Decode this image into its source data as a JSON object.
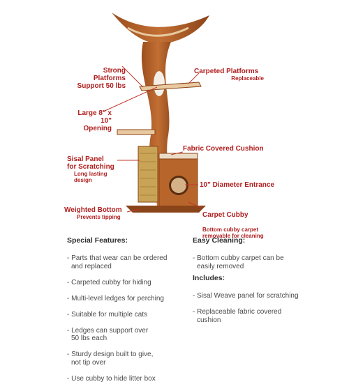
{
  "callouts": {
    "strong_platforms": {
      "title": "Strong Platforms\nSupport 50 lbs"
    },
    "carpeted_platforms": {
      "title": "Carpeted Platforms",
      "sub": "Replaceable"
    },
    "large_opening": {
      "title": "Large 8\" x 10\"\nOpening"
    },
    "sisal_panel": {
      "title": "Sisal Panel\nfor Scratching",
      "sub": "Long lasting\ndesign"
    },
    "fabric_cushion": {
      "title": "Fabric Covered Cushion"
    },
    "diameter_entrance": {
      "title": "10\" Diameter Entrance"
    },
    "carpet_cubby": {
      "title": "Carpet Cubby",
      "sub": "Bottom cubby carpet\nremovable for cleaning"
    },
    "weighted_bottom": {
      "title": "Weighted Bottom",
      "sub": "Prevents tipping"
    }
  },
  "special_features": {
    "heading": "Special Features:",
    "items": [
      "- Parts that wear can be ordered\n  and replaced",
      "- Carpeted cubby for hiding",
      "- Multi-level ledges for perching",
      "- Suitable for multiple cats",
      "- Ledges can support over\n  50 lbs each",
      "- Sturdy design built to give,\n  not tip over",
      "- Use cubby to hide litter box"
    ]
  },
  "easy_cleaning": {
    "heading": "Easy Cleaning:",
    "items": [
      "- Bottom cubby carpet can be\n  easily removed"
    ]
  },
  "includes": {
    "heading": "Includes:",
    "items": [
      "- Sisal Weave panel for scratching",
      "- Replaceable fabric covered\n  cushion"
    ]
  },
  "colors": {
    "wood": "#b8652c",
    "wood_dark": "#8a4419",
    "carpet": "#e8c9a0",
    "sisal": "#c9a456",
    "callout_text": "#b01e1e",
    "leader_line": "#c0392b"
  }
}
